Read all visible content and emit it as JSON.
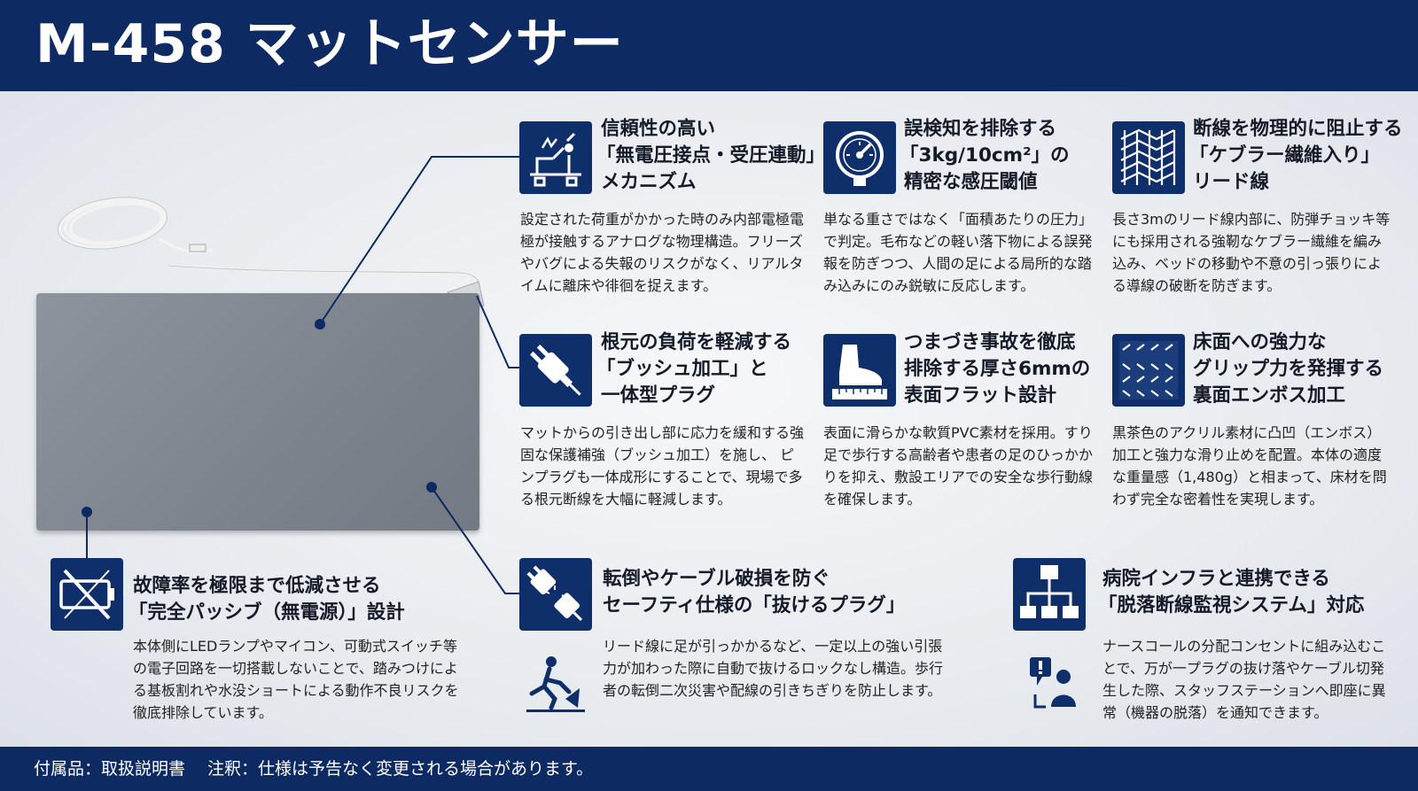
{
  "header": {
    "title": "M-458 マットセンサー"
  },
  "features": {
    "f1": {
      "t1": "信頼性の高い",
      "t2": "「無電圧接点・受圧連動」",
      "t3": "メカニズム",
      "body": "設定された荷重がかかった時のみ内部電極電極が接触するアナログな物理構造。フリーズやバグによる失報のリスクがなく、リアルタイムに離床や徘徊を捉えます。"
    },
    "f2": {
      "t1": "誤検知を排除する",
      "t2": "「3kg/10cm²」の",
      "t3": "精密な感圧閾値",
      "body": "単なる重さではなく「面積あたりの圧力」で判定。毛布などの軽い落下物による誤発報を防ぎつつ、人間の足による局所的な踏み込みにのみ鋭敏に反応します。"
    },
    "f3": {
      "t1": "断線を物理的に阻止する",
      "t2": "「ケブラー繊維入り」",
      "t3": "リード線",
      "body": "長さ3mのリード線内部に、防弾チョッキ等にも採用される強靭なケブラー繊維を編み込み、ベッドの移動や不意の引っ張りによる導線の破断を防ぎます。"
    },
    "f4": {
      "t1": "根元の負荷を軽減する",
      "t2": "「ブッシュ加工」と",
      "t3": "一体型プラグ",
      "body": "マットからの引き出し部に応力を緩和する強固な保護補強（ブッシュ加工）を施し、 ピンプラグも一体成形にすることで、現場で多る根元断線を大幅に軽減します。"
    },
    "f5": {
      "t1": "つまづき事故を徹底",
      "t2": "排除する厚さ6mmの",
      "t3": "表面フラット設計",
      "body": "表面に滑らかな軟質PVC素材を採用。すり足で歩行する高齢者や患者の足のひっかかりを抑え、敷設エリアでの安全な歩行動線を確保します。"
    },
    "f6": {
      "t1": "床面への強力な",
      "t2": "グリップ力を発揮する",
      "t3": "裏面エンボス加工",
      "body": "黒茶色のアクリル素材に凸凹（エンボス）加工と強力な滑り止めを配置。本体の適度な重量感（1,480g）と相まって、床材を問わず完全な密着性を実現します。"
    },
    "f7": {
      "t1": "故障率を極限まで低減させる",
      "t2": "「完全パッシブ（無電源）」設計",
      "body": "本体側にLEDランプやマイコン、可動式スイッチ等の電子回路を一切搭載しないことで、踏みつけによる基板割れや水没ショートによる動作不良リスクを徹底排除しています。"
    },
    "f8": {
      "t1": "転倒やケーブル破損を防ぐ",
      "t2": "セーフティ仕様の「抜けるプラグ」",
      "body": "リード線に足が引っかかるなど、一定以上の強い引張力が加わった際に自動で抜けるロックなし構造。歩行者の転倒二次災害や配線の引きちぎりを防止します。"
    },
    "f9": {
      "t1": "病院インフラと連携できる",
      "t2": "「脱落断線監視システム」対応",
      "body": "ナースコールの分配コンセントに組み込むことで、万が一プラグの抜け落やケーブル切発生した際、スタッフステーションへ即座に異常（機器の脱落）を通知できます。"
    }
  },
  "icons": [
    "mechanism-icon",
    "pressure-gauge-icon",
    "kevlar-weave-icon",
    "plug-icon",
    "foot-ruler-icon",
    "emboss-texture-icon",
    "no-battery-icon",
    "unplug-icon",
    "network-icon",
    "fall-warning-icon",
    "alert-person-icon"
  ],
  "footer": {
    "text": "付属品：取扱説明書　 注釈：仕様は予告なく変更される場合があります。"
  },
  "colors": {
    "navy": "#0d2a63",
    "icon_bg": "#0f2f6b"
  }
}
